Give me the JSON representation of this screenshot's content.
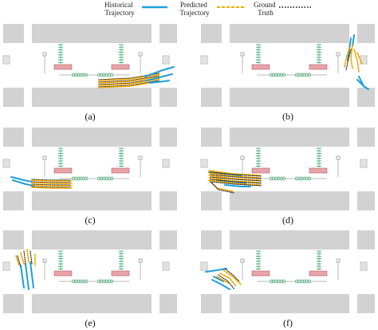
{
  "legend": {
    "historical": "Historical\nTrajectory",
    "predicted": "Predicted\nTrajectory",
    "ground": "Ground\nTruth"
  },
  "colors": {
    "historical": "#1f9fd8",
    "predicted": "#f2a900",
    "ground": "#2b2b2b",
    "block": "#d2d2d2",
    "crosswalk": "#3aa66b",
    "vehicle": "#e8a4a8"
  },
  "panels": [
    {
      "label": "(a)"
    },
    {
      "label": "(b)"
    },
    {
      "label": "(c)"
    },
    {
      "label": "(d)"
    },
    {
      "label": "(e)"
    },
    {
      "label": "(f)"
    }
  ]
}
